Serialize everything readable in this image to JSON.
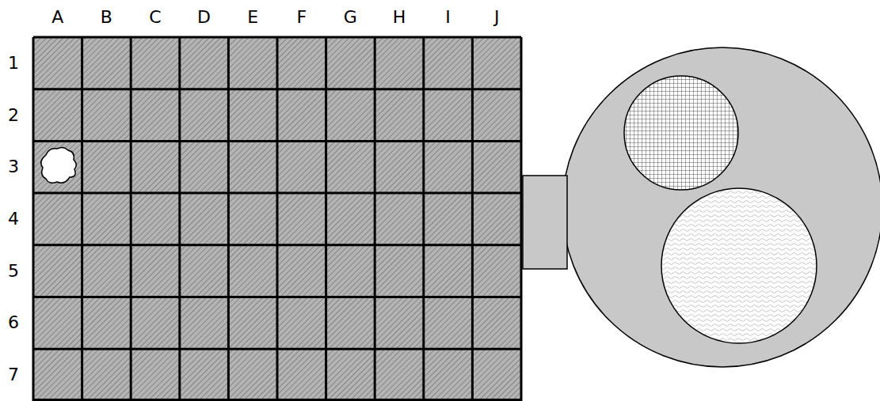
{
  "diagram": {
    "labels": [
      "A",
      "B",
      "C",
      "D",
      "E",
      "F",
      "G",
      "H",
      "I",
      "J",
      "1",
      "2",
      "3",
      "4",
      "5",
      "6",
      "7"
    ]
  }
}
